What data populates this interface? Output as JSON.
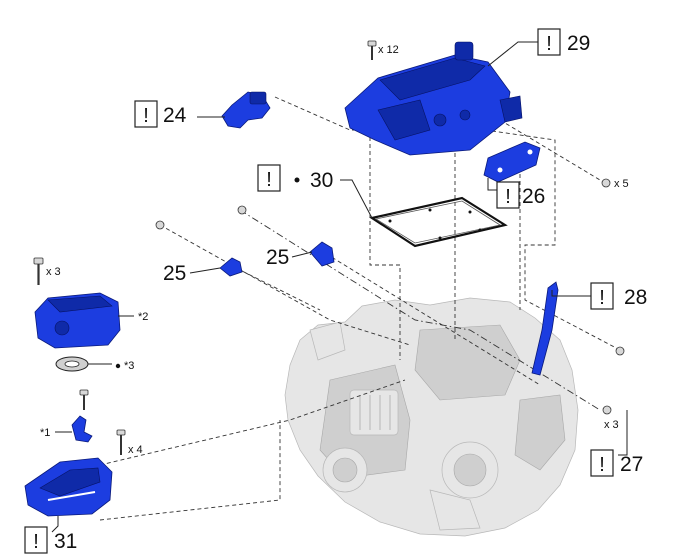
{
  "labels": {
    "l24": "24",
    "l25a": "25",
    "l25b": "25",
    "l26": "26",
    "l27": "27",
    "l28": "28",
    "l29": "29",
    "l30": "30",
    "l31": "31",
    "q_x12": "x 12",
    "q_x5": "x 5",
    "q_x3_left": "x 3",
    "q_x3_right": "x 3",
    "q_x4": "x 4",
    "star1": "*1",
    "star2": "*2",
    "star3": "*3",
    "bang": "!"
  },
  "colors": {
    "part_highlight": "#1c3de0",
    "transaxle": "#e6e6e6"
  }
}
